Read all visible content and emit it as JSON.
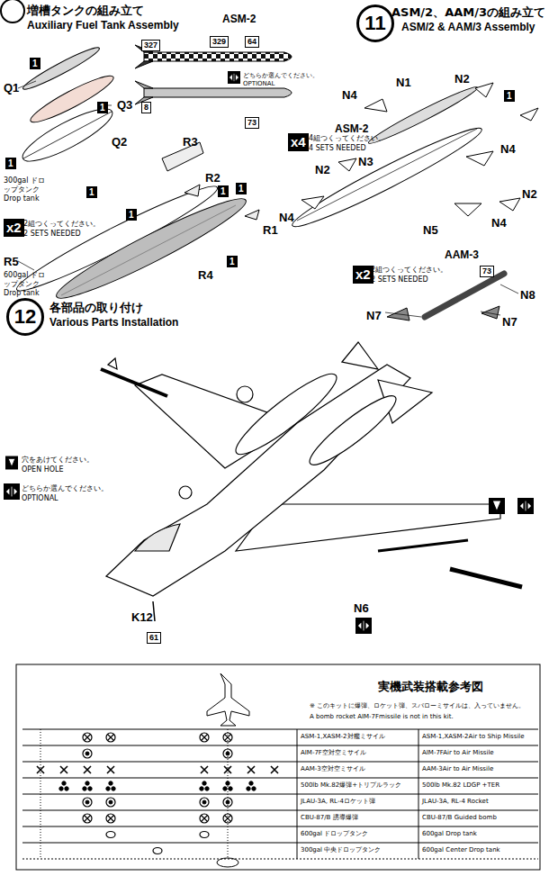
{
  "diagram": {
    "nodes": [
      {
        "text": [
          "327"
        ]
      },
      {
        "text": [
          "329"
        ]
      },
      {
        "text": [
          "64"
        ]
      },
      {
        "text": [
          "8"
        ]
      },
      {
        "text": [
          "73"
        ]
      },
      {
        "text": [
          "11"
        ]
      },
      {
        "text": [
          "1"
        ]
      },
      {
        "text": [
          "1"
        ]
      },
      {
        "text": [
          "1"
        ]
      },
      {
        "text": [
          "1"
        ]
      },
      {
        "text": [
          "1"
        ]
      },
      {
        "text": [
          "1"
        ]
      },
      {
        "text": [
          "1"
        ]
      },
      {
        "text": [
          "x2"
        ]
      },
      {
        "text": [
          "1"
        ]
      },
      {
        "text": [
          "1"
        ]
      },
      {
        "text": [
          "x4"
        ]
      },
      {
        "text": [
          "73"
        ]
      },
      {
        "text": [
          "x2"
        ]
      },
      {
        "text": [
          "12"
        ]
      },
      {
        "text": [
          "61"
        ]
      }
    ],
    "labels": [
      "増槽タンクの組み立て",
      "Auxiliary Fuel Tank Assembly",
      "ASM-2",
      "どちらか選んでください。",
      "OPTIONAL",
      "ASM/2、AAM/3の組み立て",
      "ASM/2 & AAM/3 Assembly",
      "Q1",
      "Q3",
      "Q2",
      "300gal ドロップタンク Drop tank",
      "R3",
      "R2",
      "2組つくってください。",
      "2 SETS NEEDED",
      "R1",
      "R5",
      "R4",
      "600gal ドロップタンク Drop tank",
      "N4",
      "N1",
      "N2",
      "ASM-2",
      "4組つくってください。",
      "4 SETS NEEDED",
      "N3",
      "N2",
      "N4",
      "N2",
      "N4",
      "N5",
      "N4",
      "AAM-3",
      "2組つくってください。",
      "2 SETS NEEDED",
      "N8",
      "N7",
      "N7",
      "各部品の取り付け",
      "Various Parts Installation",
      "穴をあけてください。",
      "OPEN HOLE",
      "どちらか選んでください。",
      "OPTIONAL",
      "K12",
      "N6",
      "実機武装搭載参考図",
      "※ このキットに爆弾、ロケット弾、スパローミサイルは、入っていません。",
      "A bomb rocket AIM-7Fmissile is not in this kit.",
      "ASM-1,XASM-2対艦ミサイル",
      "ASM-1,XASM-2Air to Ship Missile",
      "AIM-7F空対空ミサイル",
      "AIM-7FAir to Air Missile",
      "AAM-3空対空ミサイル",
      "AAM-3Air to Air Missile",
      "500lb Mk.82爆弾+トリプルラック",
      "500lb Mk.82 LDGP +TER",
      "JLAU-3A, RL-4ロケット弾",
      "JLAU-3A, RL-4 Rocket",
      "CBU-87/B 誘導爆弾",
      "CBU-87/B Guided bomb",
      "600gal ドロップタンク",
      "600gal Drop tank",
      "300gal 中央ドロップタンク",
      "600gal Center Drop tank"
    ]
  }
}
